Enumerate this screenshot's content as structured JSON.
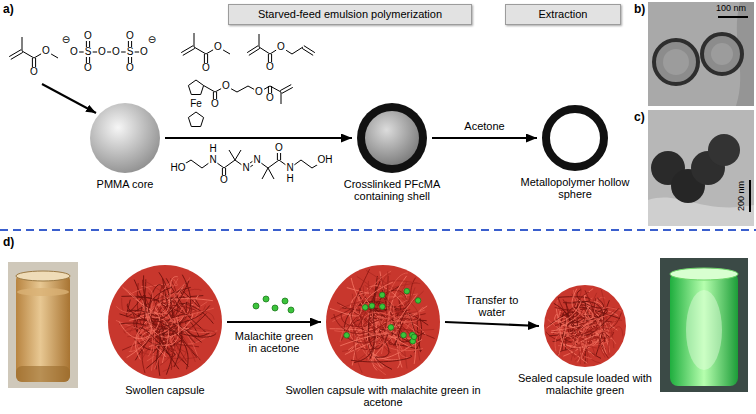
{
  "diagram": {
    "nodes": [
      {
        "text": [
          "Starved-feed emulsion polymerization"
        ]
      },
      {
        "text": [
          "Extraction"
        ]
      },
      {
        "text": [
          "PMMA core"
        ]
      },
      {
        "text": [
          "Crosslinked PFcMA containing shell"
        ]
      },
      {
        "text": [
          "Metallopolymer hollow sphere"
        ]
      },
      {
        "text": [
          "Swollen capsule"
        ]
      },
      {
        "text": [
          "Swollen capsule with malachite green in acetone"
        ]
      },
      {
        "text": [
          "Sealed capsule loaded with malachite green"
        ]
      }
    ],
    "edges": [
      {
        "from": 2,
        "to": 3,
        "arrow": "to"
      },
      {
        "from": 3,
        "to": 4,
        "label": "Acetone",
        "arrow": "to"
      },
      {
        "from": 5,
        "to": 6,
        "label": "Malachite green in acetone",
        "arrow": "to"
      },
      {
        "from": 6,
        "to": 7,
        "label": "Transfer to water",
        "arrow": "to"
      }
    ],
    "labels": [
      "a)",
      "b)",
      "c)",
      "d)",
      "100 nm",
      "200 nm",
      "O",
      "O",
      "⊖",
      "O",
      "S",
      "O",
      "O",
      "O",
      "O",
      "S",
      "O",
      "O",
      "O",
      "⊖",
      "O",
      "O",
      "O",
      "O",
      "Fe",
      "O",
      "O",
      "O",
      "O",
      "HO",
      "N",
      "H",
      "O",
      "N",
      "N",
      "O",
      "N",
      "H",
      "OH"
    ]
  }
}
